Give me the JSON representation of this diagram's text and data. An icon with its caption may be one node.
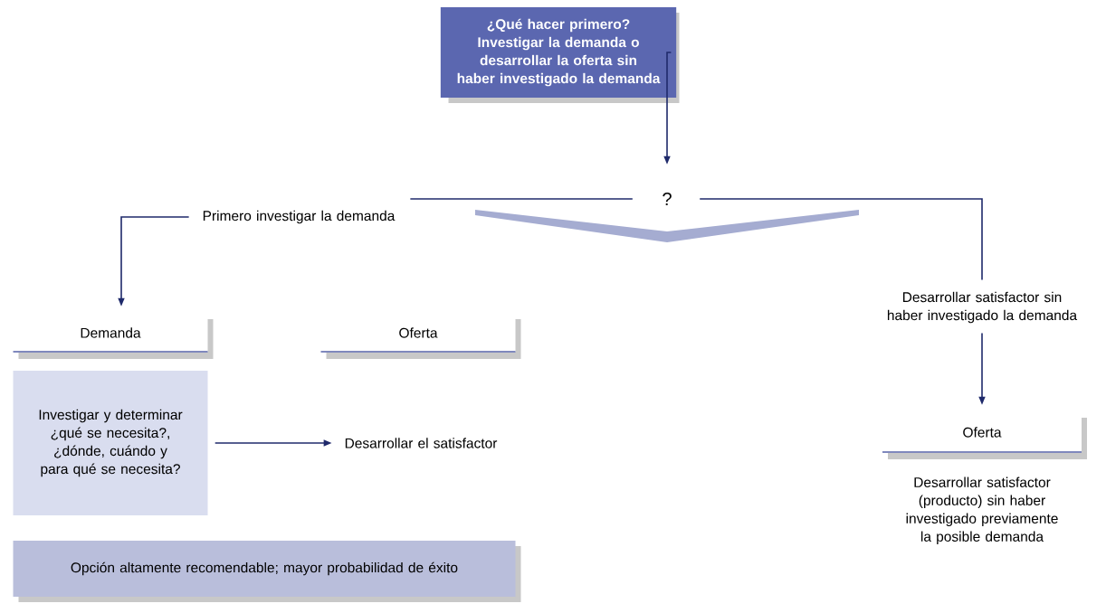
{
  "diagram": {
    "nodes": [
      {
        "text": [
          "¿Qué hacer primero? Investigar la demanda o desarrollar la oferta sin haber investigado la demanda"
        ]
      },
      {
        "text": [
          "?"
        ]
      },
      {
        "text": [
          "Primero investigar la demanda"
        ]
      },
      {
        "text": [
          "Desarrollar satisfactor sin haber investigado la demanda"
        ]
      },
      {
        "text": [
          "Demanda"
        ]
      },
      {
        "text": [
          "Oferta"
        ]
      },
      {
        "text": [
          "Investigar y determinar ¿qué se necesita?, ¿dónde, cuándo y para qué se necesita?"
        ]
      },
      {
        "text": [
          "Desarrollar el satisfactor"
        ]
      },
      {
        "text": [
          "Opción altamente recomendable; mayor probabilidad de éxito"
        ]
      },
      {
        "text": [
          "Oferta"
        ],
        "beside": [
          "Desarrollar satisfactor (producto) sin haber investigado previamente la posible demanda"
        ]
      }
    ],
    "edges": [
      {
        "from": 0,
        "to": 1,
        "arrow": "to"
      },
      {
        "from": 1,
        "to": 2,
        "arrow": "none"
      },
      {
        "from": 2,
        "to": 4,
        "arrow": "to"
      },
      {
        "from": 1,
        "to": 3,
        "arrow": "none"
      },
      {
        "from": 3,
        "to": 9,
        "arrow": "to"
      },
      {
        "from": 6,
        "to": 7,
        "arrow": "to"
      }
    ]
  }
}
